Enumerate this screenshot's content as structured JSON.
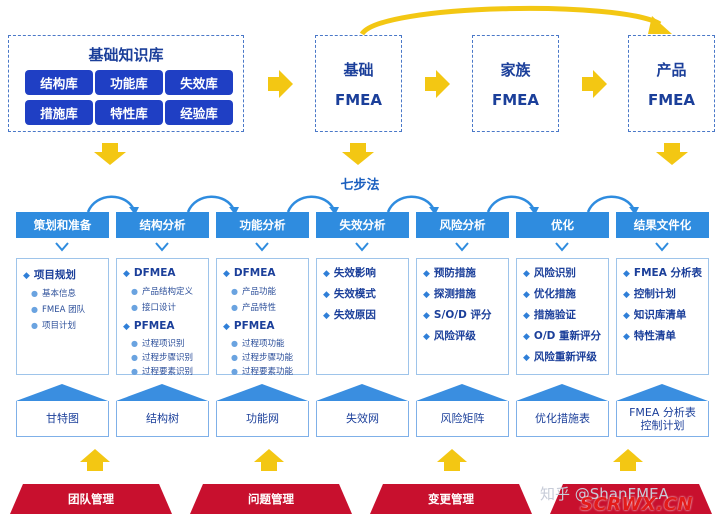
{
  "knowledge_base": {
    "title": "基础知识库",
    "tags": [
      "结构库",
      "功能库",
      "失效库",
      "措施库",
      "特性库",
      "经验库"
    ]
  },
  "fmea_boxes": [
    {
      "line1": "基础",
      "line2": "FMEA"
    },
    {
      "line1": "家族",
      "line2": "FMEA"
    },
    {
      "line1": "产品",
      "line2": "FMEA"
    }
  ],
  "seven_steps_title": "七步法",
  "steps": [
    {
      "label": "策划和准备",
      "groups": [
        {
          "title": "项目规划",
          "subs": [
            "基本信息",
            "FMEA 团队",
            "项目计划"
          ]
        }
      ]
    },
    {
      "label": "结构分析",
      "groups": [
        {
          "title": "DFMEA",
          "subs": [
            "产品结构定义",
            "接口设计"
          ]
        },
        {
          "title": "PFMEA",
          "subs": [
            "过程项识别",
            "过程步骤识别",
            "过程要素识别"
          ]
        }
      ]
    },
    {
      "label": "功能分析",
      "groups": [
        {
          "title": "DFMEA",
          "subs": [
            "产品功能",
            "产品特性"
          ]
        },
        {
          "title": "PFMEA",
          "subs": [
            "过程项功能",
            "过程步骤功能",
            "过程要素功能"
          ]
        }
      ]
    },
    {
      "label": "失效分析",
      "groups": [
        {
          "title": "失效影响",
          "subs": []
        },
        {
          "title": "失效模式",
          "subs": []
        },
        {
          "title": "失效原因",
          "subs": []
        }
      ]
    },
    {
      "label": "风险分析",
      "groups": [
        {
          "title": "预防措施",
          "subs": []
        },
        {
          "title": "探测措施",
          "subs": []
        },
        {
          "title": "S/O/D 评分",
          "subs": []
        },
        {
          "title": "风险评级",
          "subs": []
        }
      ]
    },
    {
      "label": "优化",
      "groups": [
        {
          "title": "风险识别",
          "subs": []
        },
        {
          "title": "优化措施",
          "subs": []
        },
        {
          "title": "措施验证",
          "subs": []
        },
        {
          "title": "O/D 重新评分",
          "subs": []
        },
        {
          "title": "风险重新评级",
          "subs": []
        }
      ]
    },
    {
      "label": "结果文件化",
      "groups": [
        {
          "title": "FMEA 分析表",
          "subs": []
        },
        {
          "title": "控制计划",
          "subs": []
        },
        {
          "title": "知识库清单",
          "subs": []
        },
        {
          "title": "特性清单",
          "subs": []
        }
      ]
    }
  ],
  "tools": [
    {
      "line1": "甘特图",
      "line2": ""
    },
    {
      "line1": "结构树",
      "line2": ""
    },
    {
      "line1": "功能网",
      "line2": ""
    },
    {
      "line1": "失效网",
      "line2": ""
    },
    {
      "line1": "风险矩阵",
      "line2": ""
    },
    {
      "line1": "优化措施表",
      "line2": ""
    },
    {
      "line1": "FMEA 分析表",
      "line2": "控制计划"
    }
  ],
  "management": [
    "团队管理",
    "问题管理",
    "变更管理"
  ],
  "watermark": {
    "text": "知乎 @ShanFMEA",
    "logo": "SCRWX.CN"
  },
  "colors": {
    "step_header": "#2f8cdf",
    "tag_blue": "#1f3fc4",
    "arrow_yellow": "#f3c713",
    "management_red": "#c8102e"
  }
}
